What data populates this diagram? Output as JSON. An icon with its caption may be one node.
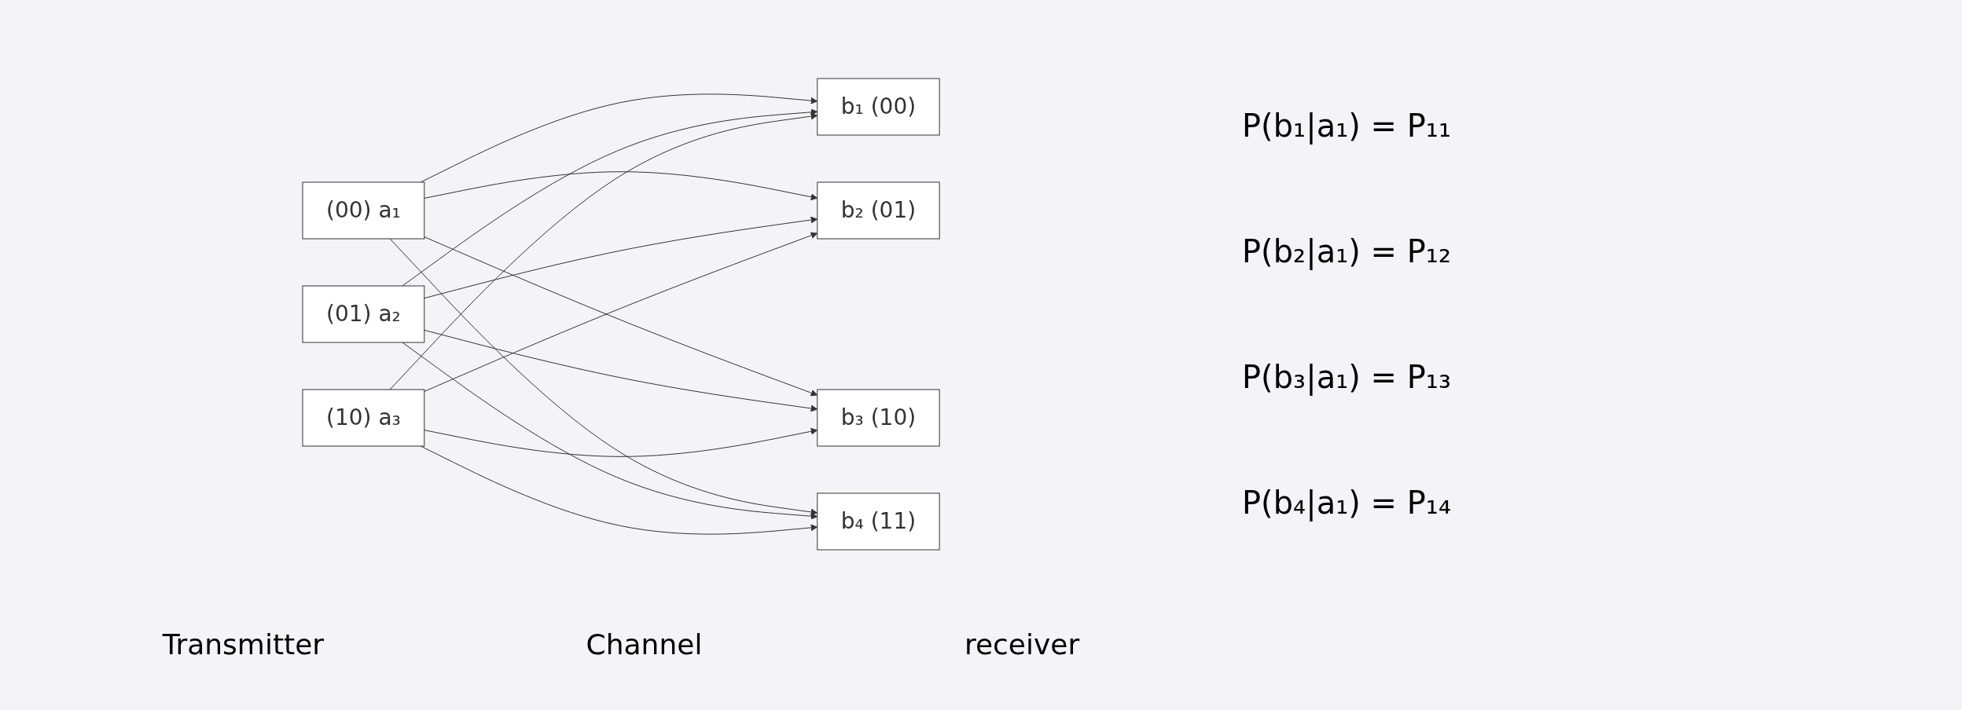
{
  "diagram": {
    "nodes": [
      {
        "text": [
          "(00) a₁"
        ]
      },
      {
        "text": [
          "(01) a₂"
        ]
      },
      {
        "text": [
          "(10) a₃"
        ]
      },
      {
        "text": [
          "b₁ (00)"
        ]
      },
      {
        "text": [
          "b₂ (01)"
        ]
      },
      {
        "text": [
          "b₃ (10)"
        ]
      },
      {
        "text": [
          "b₄ (11)"
        ]
      }
    ],
    "edges": [
      {
        "from": 0,
        "to": 3,
        "arrow": "to"
      },
      {
        "from": 0,
        "to": 4,
        "arrow": "to"
      },
      {
        "from": 0,
        "to": 5,
        "arrow": "to"
      },
      {
        "from": 0,
        "to": 6,
        "arrow": "to"
      },
      {
        "from": 1,
        "to": 3,
        "arrow": "to"
      },
      {
        "from": 1,
        "to": 4,
        "arrow": "to"
      },
      {
        "from": 1,
        "to": 5,
        "arrow": "to"
      },
      {
        "from": 1,
        "to": 6,
        "arrow": "to"
      },
      {
        "from": 2,
        "to": 3,
        "arrow": "to"
      },
      {
        "from": 2,
        "to": 4,
        "arrow": "to"
      },
      {
        "from": 2,
        "to": 5,
        "arrow": "to"
      },
      {
        "from": 2,
        "to": 6,
        "arrow": "to"
      }
    ],
    "labels": [
      "P(b₁|a₁) = P₁₁",
      "P(b₂|a₁) = P₁₂",
      "P(b₃|a₁) = P₁₃",
      "P(b₄|a₁) = P₁₄",
      "Transmitter",
      "Channel",
      "receiver"
    ]
  }
}
